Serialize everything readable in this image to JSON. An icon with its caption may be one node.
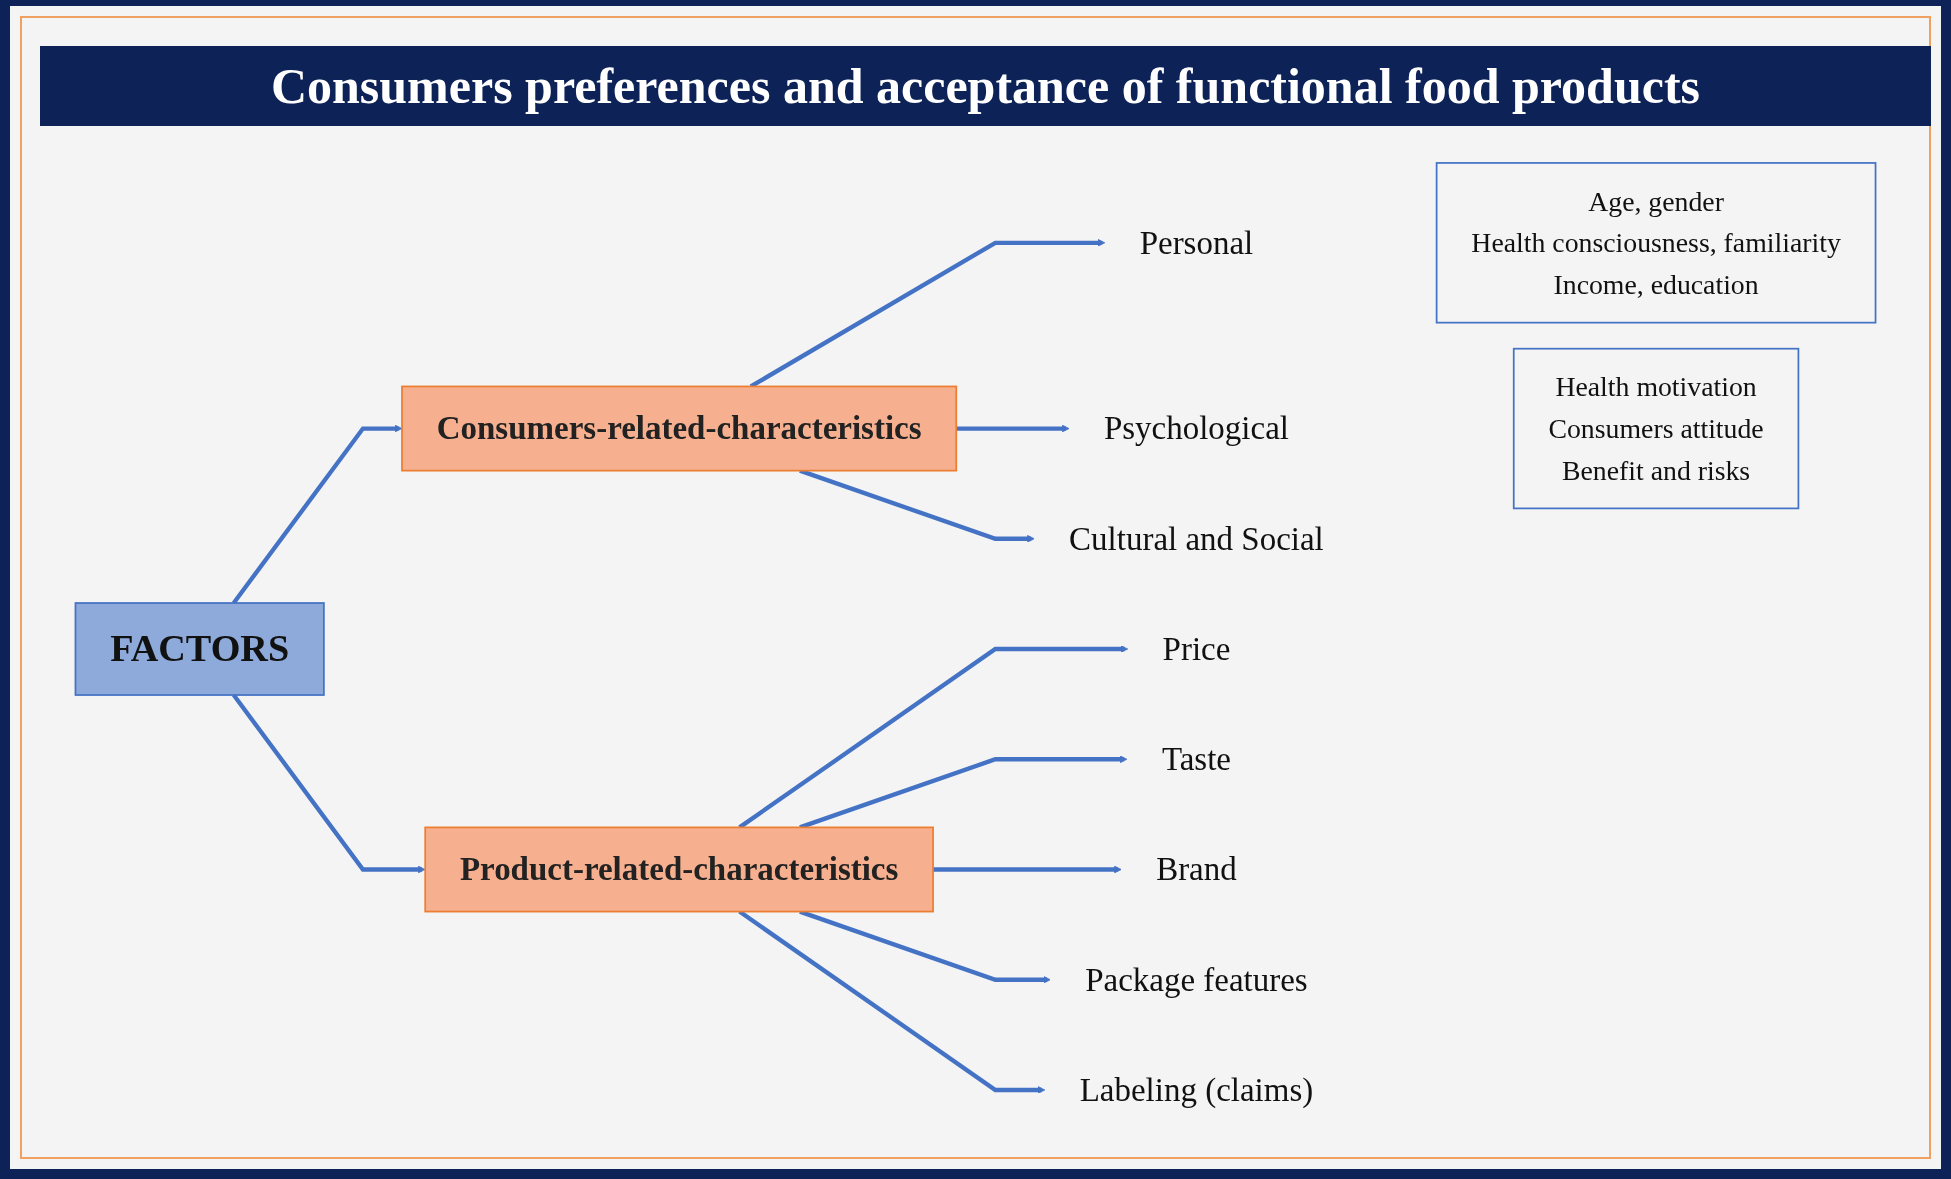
{
  "diagram": {
    "title": "Consumers preferences and acceptance of functional food products",
    "nodes": [
      {
        "text": [
          "FACTORS"
        ]
      },
      {
        "text": [
          "Consumers-related-characteristics"
        ]
      },
      {
        "text": [
          "Product-related-characteristics"
        ]
      },
      {
        "text": [
          "Personal"
        ],
        "beside": [
          "Age, gender",
          "Health consciousness, familiarity",
          "Income, education"
        ]
      },
      {
        "text": [
          "Psychological"
        ],
        "beside": [
          "Health motivation",
          "Consumers attitude",
          "Benefit and risks"
        ]
      },
      {
        "text": [
          "Cultural and Social"
        ]
      },
      {
        "text": [
          "Price"
        ]
      },
      {
        "text": [
          "Taste"
        ]
      },
      {
        "text": [
          "Brand"
        ]
      },
      {
        "text": [
          "Package features"
        ]
      },
      {
        "text": [
          "Labeling (claims)"
        ]
      }
    ],
    "edges": [
      {
        "from": 0,
        "to": 1,
        "arrow": "to"
      },
      {
        "from": 0,
        "to": 2,
        "arrow": "to"
      },
      {
        "from": 1,
        "to": 3,
        "arrow": "to"
      },
      {
        "from": 1,
        "to": 4,
        "arrow": "to"
      },
      {
        "from": 1,
        "to": 5,
        "arrow": "to"
      },
      {
        "from": 2,
        "to": 6,
        "arrow": "to"
      },
      {
        "from": 2,
        "to": 7,
        "arrow": "to"
      },
      {
        "from": 2,
        "to": 8,
        "arrow": "to"
      },
      {
        "from": 2,
        "to": 9,
        "arrow": "to"
      },
      {
        "from": 2,
        "to": 10,
        "arrow": "to"
      }
    ]
  }
}
